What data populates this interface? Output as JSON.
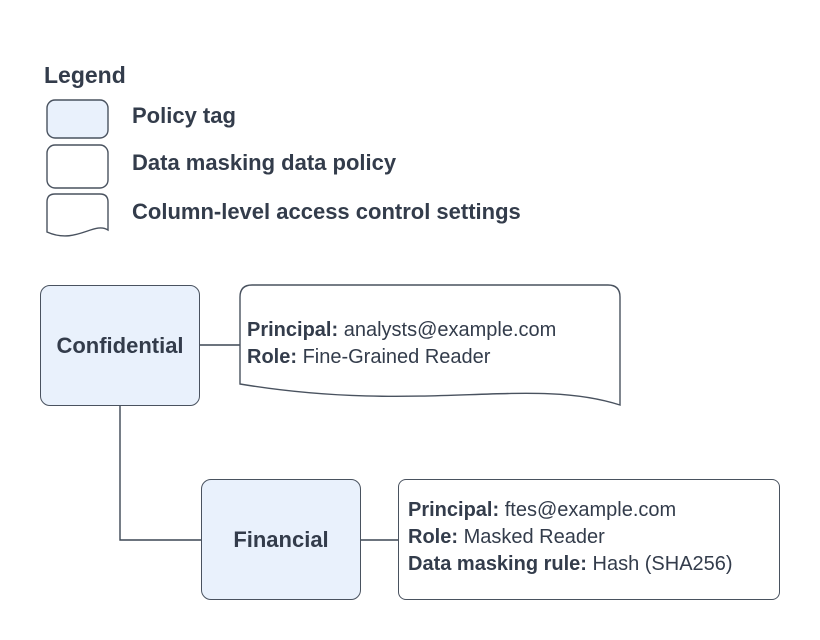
{
  "colors": {
    "background": "#FFFFFF",
    "policy_tag_fill": "#E9F1FC",
    "shape_stroke": "#49525F",
    "connector_stroke": "#3C4654",
    "text": "#333C4B",
    "document_fill": "#FFFFFF"
  },
  "legend": {
    "title": "Legend",
    "items": [
      {
        "icon": "policy-tag-shape",
        "label": "Policy tag"
      },
      {
        "icon": "data-masking-policy-shape",
        "label": "Data masking data policy"
      },
      {
        "icon": "column-access-settings-shape",
        "label": "Column-level access control settings"
      }
    ]
  },
  "diagram": {
    "nodes": [
      {
        "id": "confidential",
        "type": "policy-tag",
        "label": "Confidential"
      },
      {
        "id": "financial",
        "type": "policy-tag",
        "label": "Financial"
      }
    ],
    "confidential_settings": {
      "type": "column-level-access-control-settings",
      "principal_label": "Principal:",
      "principal_value": "analysts@example.com",
      "role_label": "Role:",
      "role_value": "Fine-Grained Reader"
    },
    "financial_policy": {
      "type": "data-masking-data-policy",
      "principal_label": "Principal:",
      "principal_value": "ftes@example.com",
      "role_label": "Role:",
      "role_value": "Masked Reader",
      "masking_label": "Data masking rule:",
      "masking_value": "Hash (SHA256)"
    }
  }
}
